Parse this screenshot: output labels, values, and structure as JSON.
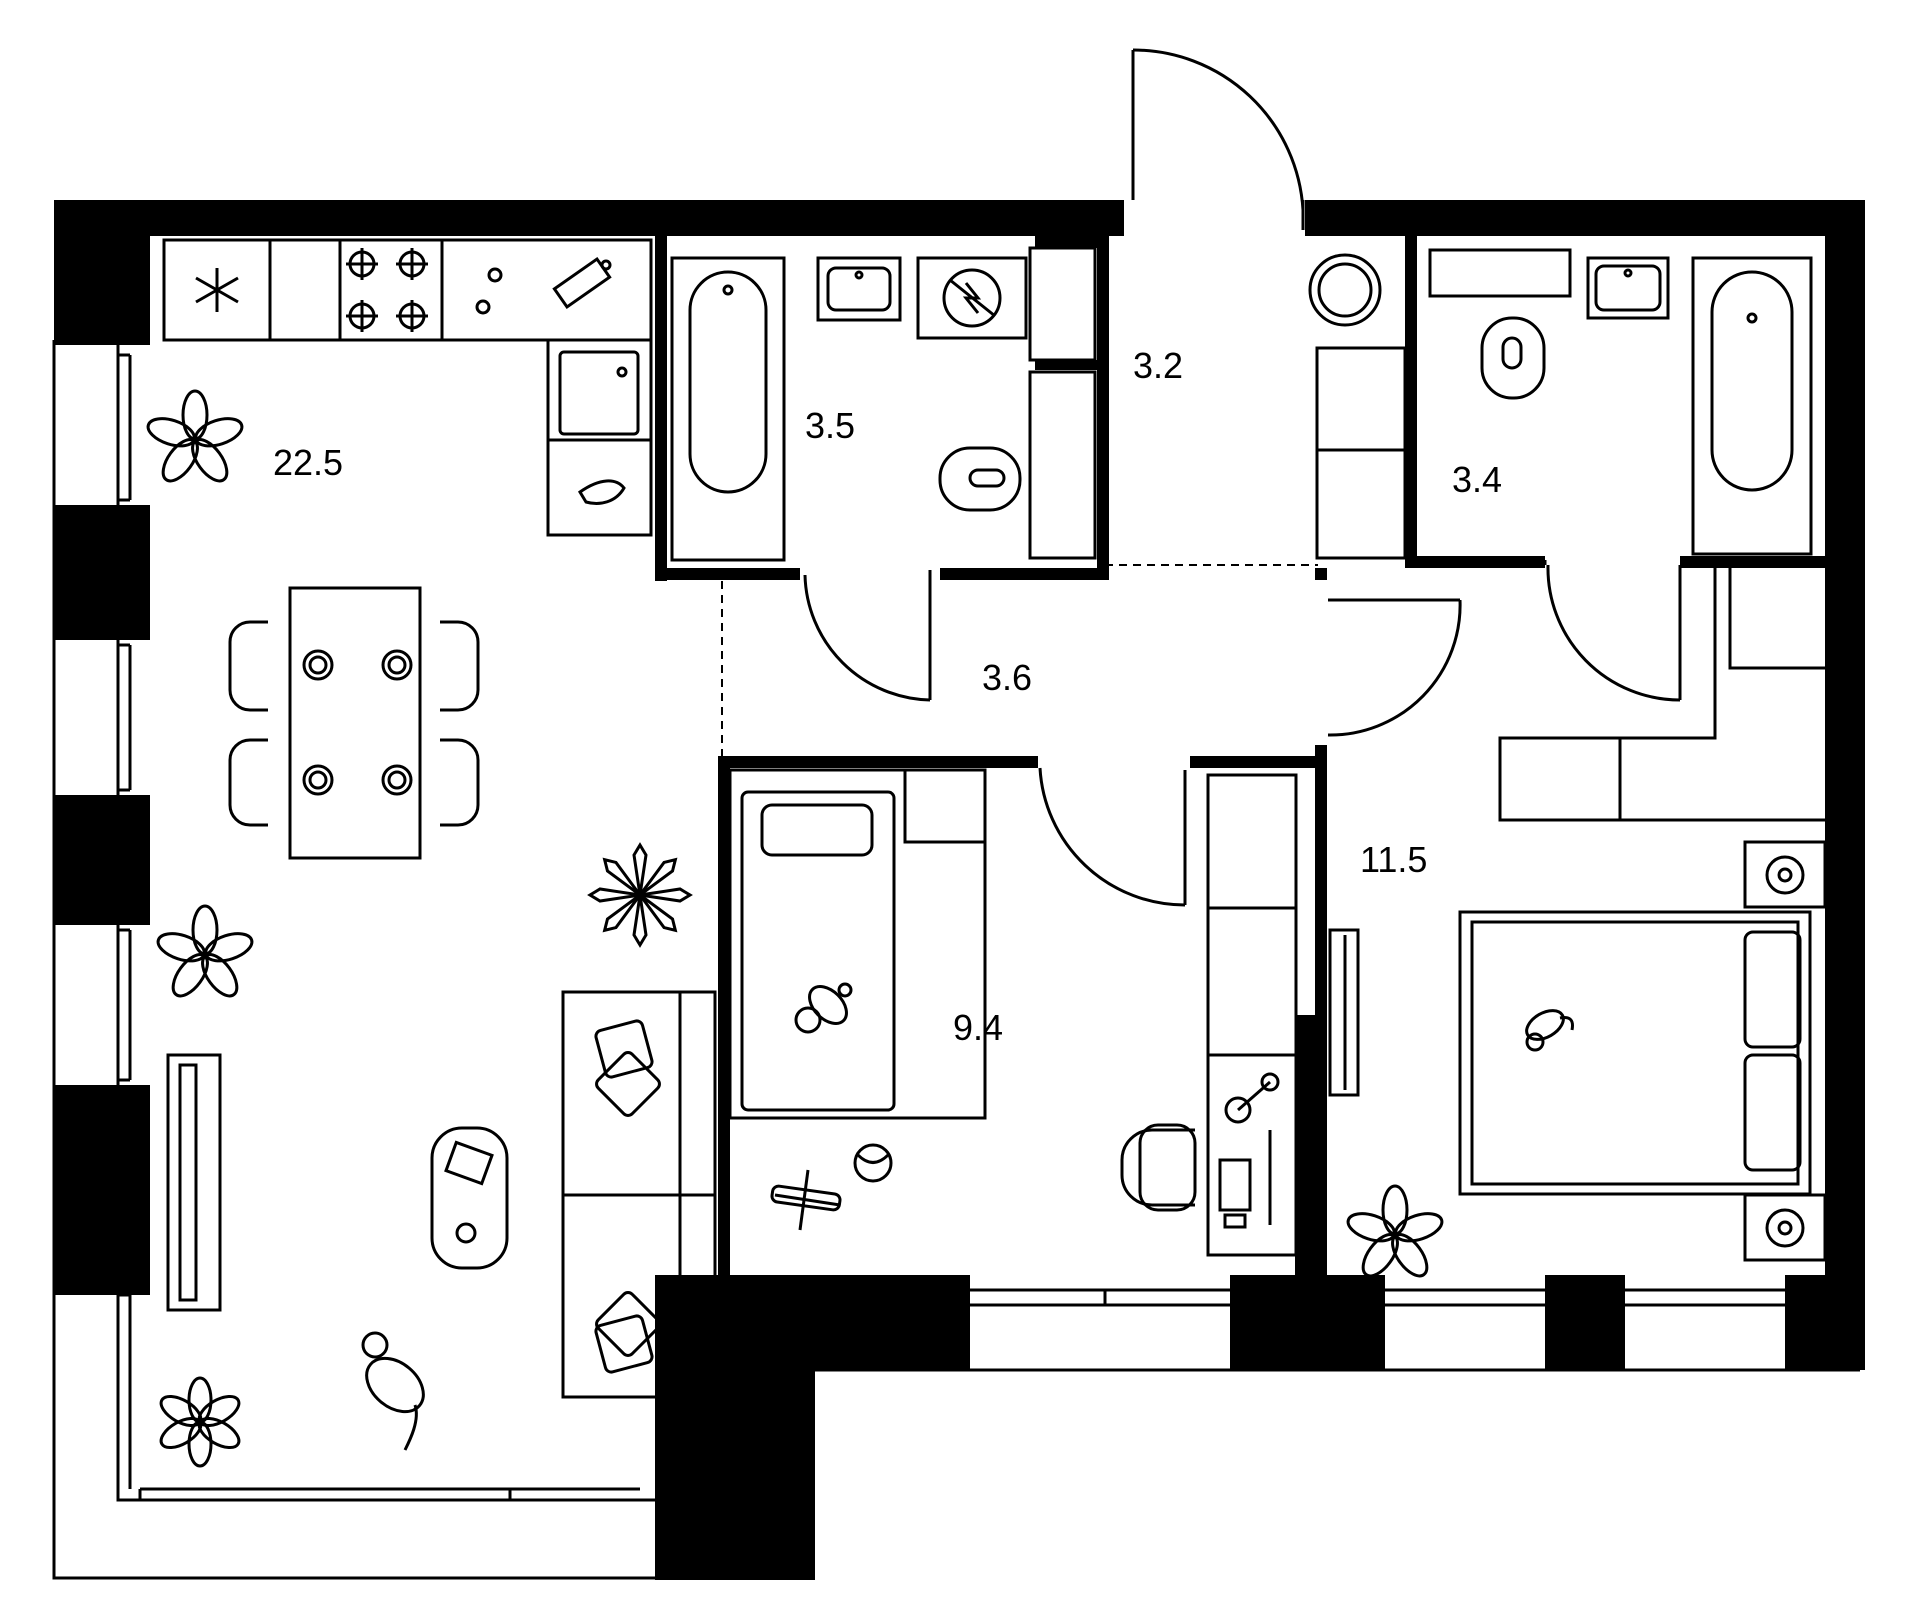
{
  "plan": {
    "colors": {
      "wall": "#000000",
      "background": "#ffffff",
      "line": "#000000"
    },
    "rooms": [
      {
        "id": "living-kitchen",
        "area": "22.5"
      },
      {
        "id": "bathroom-1",
        "area": "3.5"
      },
      {
        "id": "hall",
        "area": "3.2"
      },
      {
        "id": "bathroom-2",
        "area": "3.4"
      },
      {
        "id": "corridor",
        "area": "3.6"
      },
      {
        "id": "kids-room",
        "area": "9.4"
      },
      {
        "id": "bedroom",
        "area": "11.5"
      }
    ],
    "icons": [
      "fridge-icon",
      "stove-icon",
      "sink-icon",
      "bathtub-icon",
      "toilet-icon",
      "washing-machine-icon",
      "dining-table-icon",
      "chair-icon",
      "plant-icon",
      "sofa-icon",
      "tv-icon",
      "coffee-table-icon",
      "dog-icon",
      "bed-icon",
      "teddy-bear-icon",
      "ball-icon",
      "airplane-toy-icon",
      "desk-icon",
      "bicycle-icon",
      "cat-icon",
      "wardrobe-icon",
      "door-icon",
      "window-icon"
    ]
  }
}
